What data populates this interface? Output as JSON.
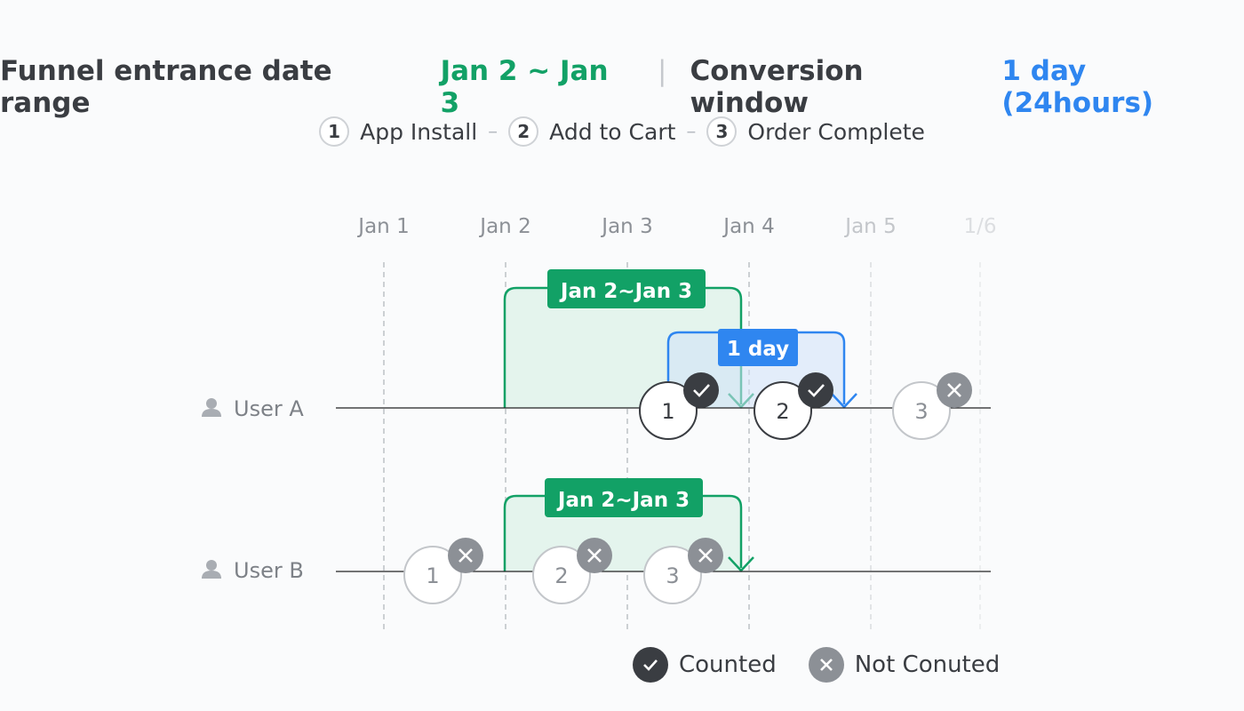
{
  "header": {
    "range_label": "Funnel entrance date range",
    "range_value": "Jan 2 ~ Jan 3",
    "separator": "|",
    "window_label": "Conversion window",
    "window_value": "1 day (24hours)"
  },
  "steps": [
    {
      "number": "1",
      "label": "App Install"
    },
    {
      "number": "2",
      "label": "Add to Cart"
    },
    {
      "number": "3",
      "label": "Order Complete"
    }
  ],
  "step_separator": "–",
  "dates": [
    "Jan 1",
    "Jan 2",
    "Jan 3",
    "Jan 4",
    "Jan 5",
    "1/6"
  ],
  "users": [
    {
      "name": "User A",
      "range_label": "Jan 2~Jan 3",
      "window_label": "1 day",
      "events": [
        {
          "number": "1",
          "counted": true
        },
        {
          "number": "2",
          "counted": true
        },
        {
          "number": "3",
          "counted": false
        }
      ]
    },
    {
      "name": "User B",
      "range_label": "Jan 2~Jan 3",
      "events": [
        {
          "number": "1",
          "counted": false
        },
        {
          "number": "2",
          "counted": false
        },
        {
          "number": "3",
          "counted": false
        }
      ]
    }
  ],
  "legend": {
    "counted": "Counted",
    "not_counted": "Not Conuted"
  },
  "colors": {
    "green": "#12a166",
    "blue": "#2f86f0",
    "dark": "#3a3d42",
    "gray": "#8c9096"
  }
}
